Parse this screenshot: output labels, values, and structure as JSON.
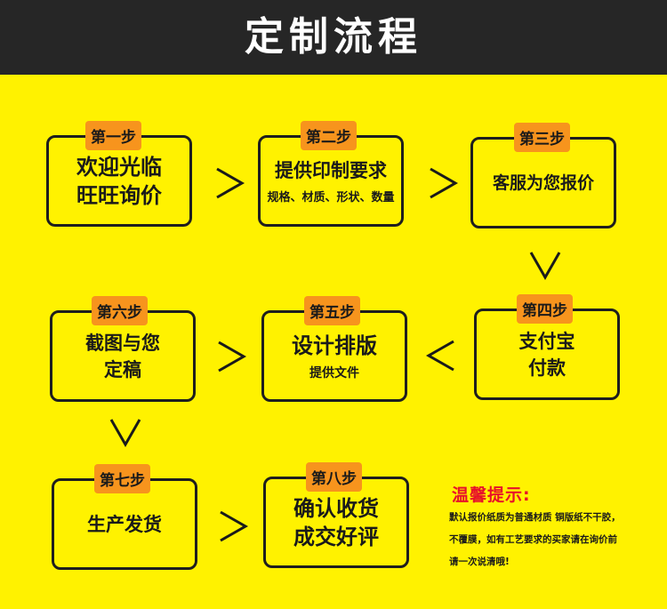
{
  "header": {
    "title": "定制流程"
  },
  "steps": [
    {
      "badge": "第一步",
      "line1": "欢迎光临",
      "line2": "旺旺询价"
    },
    {
      "badge": "第二步",
      "line1": "提供印制要求",
      "sub": "规格、材质、形状、数量"
    },
    {
      "badge": "第三步",
      "line1": "客服为您报价"
    },
    {
      "badge": "第四步",
      "line1": "支付宝",
      "line2": "付款"
    },
    {
      "badge": "第五步",
      "line1": "设计排版",
      "sub": "提供文件"
    },
    {
      "badge": "第六步",
      "line1": "截图与您",
      "line2": "定稿"
    },
    {
      "badge": "第七步",
      "line1": "生产发货"
    },
    {
      "badge": "第八步",
      "line1": "确认收货",
      "line2": "成交好评"
    }
  ],
  "tips": {
    "title": "温馨提示:",
    "lines": [
      "默认报价纸质为普通材质 铜版纸不干胶，",
      "不覆膜，如有工艺要求的买家请在询价前",
      "请一次说清哦!"
    ]
  },
  "colors": {
    "background": "#FFF200",
    "header_bg": "#262626",
    "badge": "#F7941D",
    "tip_title": "#E8102A"
  }
}
